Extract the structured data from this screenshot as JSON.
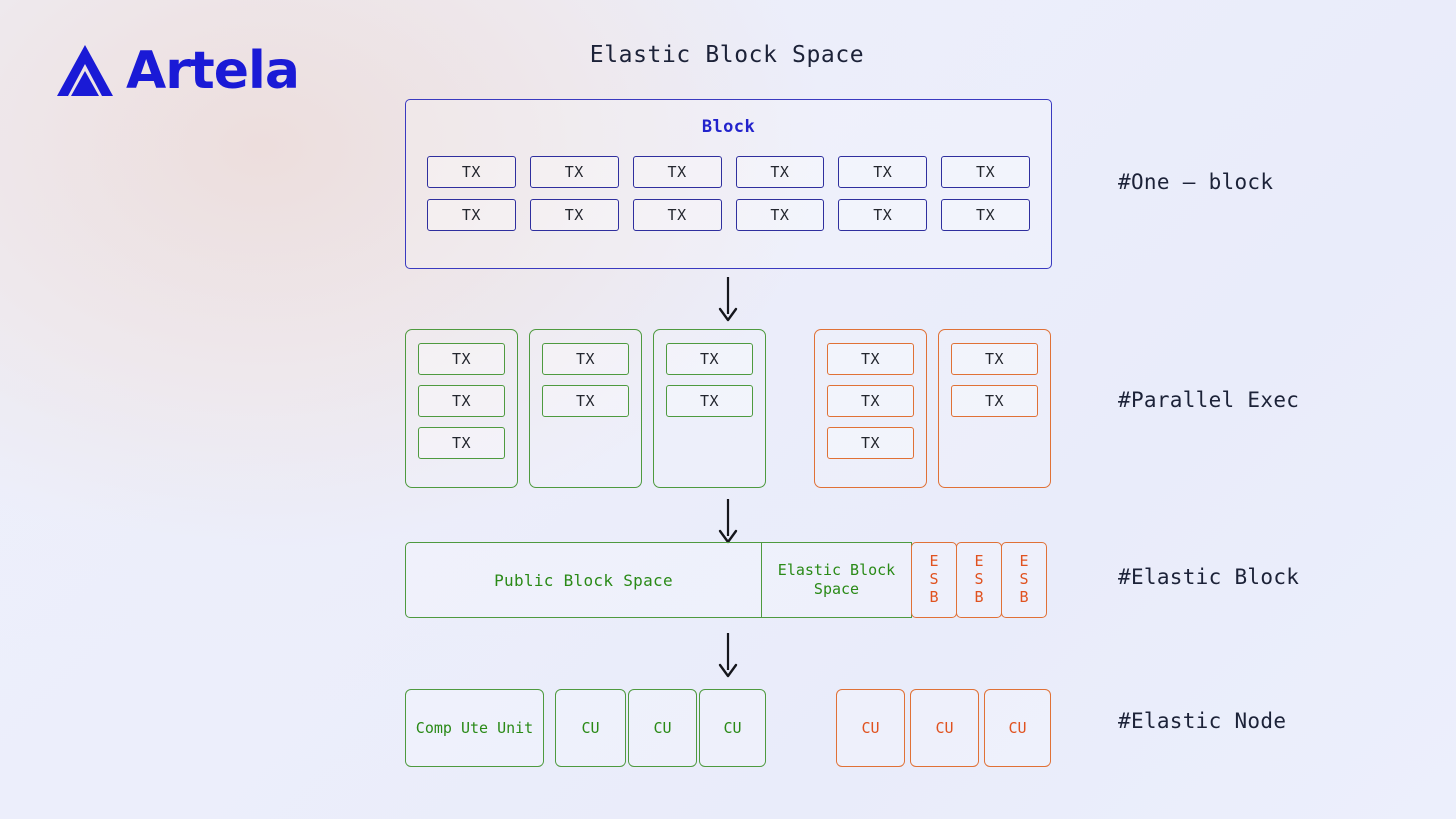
{
  "brand": {
    "name": "Artela",
    "logo_icon": "artela-chevron-logo",
    "color": "#1a1ad6"
  },
  "title": "Elastic Block Space",
  "colors": {
    "blue": "#2f2f9e",
    "green": "#4e9a3f",
    "green_text": "#2a8a17",
    "orange": "#e07136",
    "orange_text": "#e0521f",
    "ink": "#1c2238"
  },
  "block_section": {
    "heading": "Block",
    "tx_label": "TX",
    "rows": [
      [
        "TX",
        "TX",
        "TX",
        "TX",
        "TX",
        "TX"
      ],
      [
        "TX",
        "TX",
        "TX",
        "TX",
        "TX",
        "TX"
      ]
    ]
  },
  "parallel_section": {
    "columns": [
      {
        "color": "green",
        "items": [
          "TX",
          "TX",
          "TX"
        ]
      },
      {
        "color": "green",
        "items": [
          "TX",
          "TX"
        ]
      },
      {
        "color": "green",
        "items": [
          "TX",
          "TX"
        ]
      },
      {
        "color": "orange",
        "items": [
          "TX",
          "TX",
          "TX"
        ]
      },
      {
        "color": "orange",
        "items": [
          "TX",
          "TX"
        ]
      }
    ]
  },
  "elastic_section": {
    "public_block_space": "Public Block Space",
    "elastic_block_space": "Elastic Block Space",
    "esb_boxes": [
      {
        "letters": [
          "E",
          "S",
          "B"
        ]
      },
      {
        "letters": [
          "E",
          "S",
          "B"
        ]
      },
      {
        "letters": [
          "E",
          "S",
          "B"
        ]
      }
    ]
  },
  "node_section": {
    "compute_unit": "Comp Ute Unit",
    "green_units": [
      "CU",
      "CU",
      "CU"
    ],
    "orange_units": [
      "CU",
      "CU",
      "CU"
    ]
  },
  "annotations": [
    {
      "text": "#One – block"
    },
    {
      "text": "#Parallel Exec"
    },
    {
      "text": "#Elastic Block"
    },
    {
      "text": "#Elastic Node"
    }
  ],
  "arrows": {
    "icon": "arrow-down-icon",
    "count": 3
  }
}
